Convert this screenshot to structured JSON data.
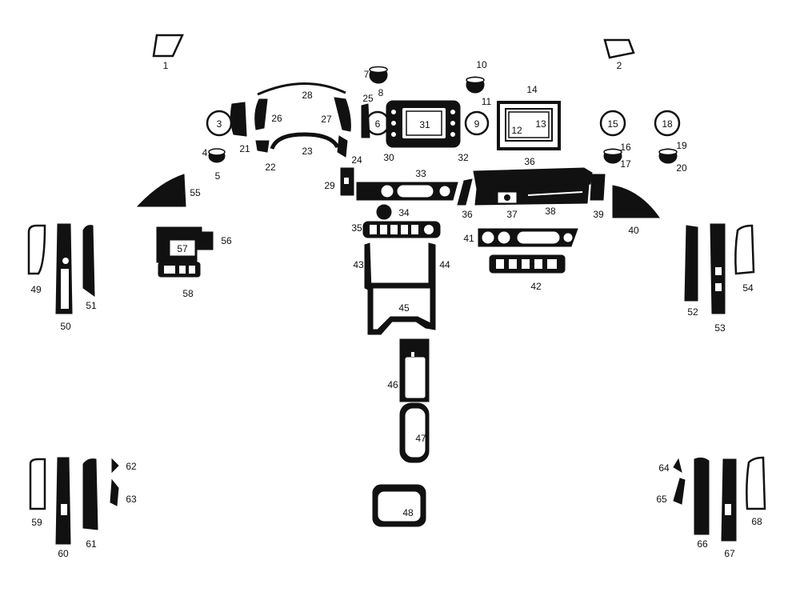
{
  "diagram": {
    "pieces": [
      {
        "id": "p1",
        "label": "1"
      },
      {
        "id": "p2",
        "label": "2"
      },
      {
        "id": "p3",
        "label": "3"
      },
      {
        "id": "p4",
        "label": "4"
      },
      {
        "id": "p5",
        "label": "5"
      },
      {
        "id": "p6",
        "label": "6"
      },
      {
        "id": "p7",
        "label": "7"
      },
      {
        "id": "p8",
        "label": "8"
      },
      {
        "id": "p9",
        "label": "9"
      },
      {
        "id": "p10",
        "label": "10"
      },
      {
        "id": "p11",
        "label": "11"
      },
      {
        "id": "p12",
        "label": "12"
      },
      {
        "id": "p13",
        "label": "13"
      },
      {
        "id": "p14",
        "label": "14"
      },
      {
        "id": "p15",
        "label": "15"
      },
      {
        "id": "p16",
        "label": "16"
      },
      {
        "id": "p17",
        "label": "17"
      },
      {
        "id": "p18",
        "label": "18"
      },
      {
        "id": "p19",
        "label": "19"
      },
      {
        "id": "p20",
        "label": "20"
      },
      {
        "id": "p21",
        "label": "21"
      },
      {
        "id": "p22",
        "label": "22"
      },
      {
        "id": "p23",
        "label": "23"
      },
      {
        "id": "p24",
        "label": "24"
      },
      {
        "id": "p25",
        "label": "25"
      },
      {
        "id": "p26",
        "label": "26"
      },
      {
        "id": "p27",
        "label": "27"
      },
      {
        "id": "p28",
        "label": "28"
      },
      {
        "id": "p29",
        "label": "29"
      },
      {
        "id": "p30",
        "label": "30"
      },
      {
        "id": "p31",
        "label": "31"
      },
      {
        "id": "p32",
        "label": "32"
      },
      {
        "id": "p33",
        "label": "33"
      },
      {
        "id": "p34",
        "label": "34"
      },
      {
        "id": "p35",
        "label": "35"
      },
      {
        "id": "p36",
        "label": "36"
      },
      {
        "id": "p36b",
        "label": "36"
      },
      {
        "id": "p37",
        "label": "37"
      },
      {
        "id": "p38",
        "label": "38"
      },
      {
        "id": "p39",
        "label": "39"
      },
      {
        "id": "p40",
        "label": "40"
      },
      {
        "id": "p41",
        "label": "41"
      },
      {
        "id": "p42",
        "label": "42"
      },
      {
        "id": "p43",
        "label": "43"
      },
      {
        "id": "p44",
        "label": "44"
      },
      {
        "id": "p45",
        "label": "45"
      },
      {
        "id": "p46",
        "label": "46"
      },
      {
        "id": "p47",
        "label": "47"
      },
      {
        "id": "p48",
        "label": "48"
      },
      {
        "id": "p49",
        "label": "49"
      },
      {
        "id": "p50",
        "label": "50"
      },
      {
        "id": "p51",
        "label": "51"
      },
      {
        "id": "p52",
        "label": "52"
      },
      {
        "id": "p53",
        "label": "53"
      },
      {
        "id": "p54",
        "label": "54"
      },
      {
        "id": "p55",
        "label": "55"
      },
      {
        "id": "p56",
        "label": "56"
      },
      {
        "id": "p57",
        "label": "57"
      },
      {
        "id": "p58",
        "label": "58"
      },
      {
        "id": "p59",
        "label": "59"
      },
      {
        "id": "p60",
        "label": "60"
      },
      {
        "id": "p61",
        "label": "61"
      },
      {
        "id": "p62",
        "label": "62"
      },
      {
        "id": "p63",
        "label": "63"
      },
      {
        "id": "p64",
        "label": "64"
      },
      {
        "id": "p65",
        "label": "65"
      },
      {
        "id": "p66",
        "label": "66"
      },
      {
        "id": "p67",
        "label": "67"
      },
      {
        "id": "p68",
        "label": "68"
      }
    ]
  },
  "colors": {
    "trim": "#111111",
    "background": "#ffffff"
  }
}
